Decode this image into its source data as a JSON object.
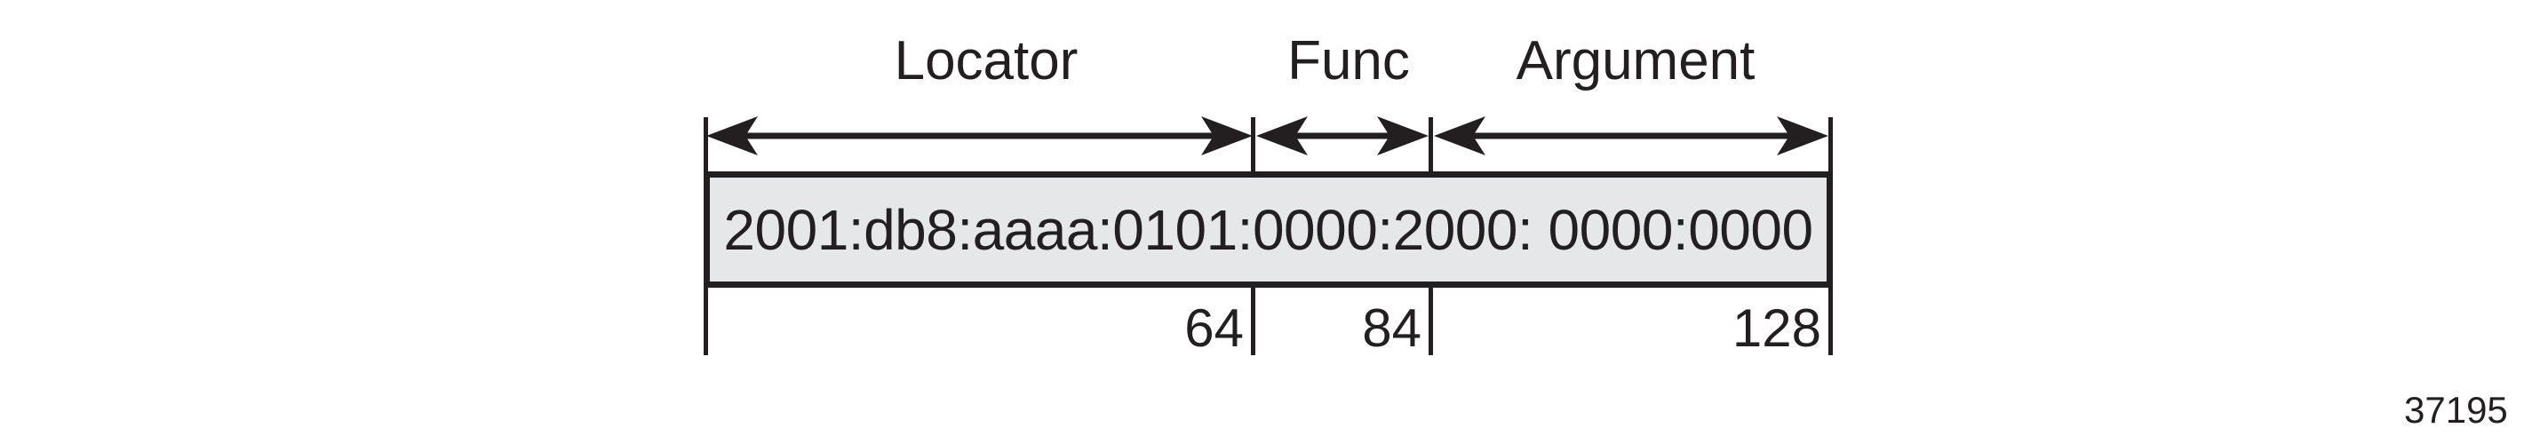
{
  "figure": {
    "id_label": "37195",
    "background_color": "#ffffff",
    "line_color": "#231f20",
    "bar_fill_color": "#e6e7e8"
  },
  "address": {
    "full_text": "2001:db8:aaaa:0101:0000:2000: 0000:0000",
    "locator_part": "2001:db8:aaaa:0101:",
    "function_part": "0000:2",
    "argument_part": "000: 0000:0000"
  },
  "segments": [
    {
      "key": "locator",
      "label": "Locator",
      "bit_end_label": "64"
    },
    {
      "key": "function",
      "label": "Func",
      "bit_end_label": "84"
    },
    {
      "key": "argument",
      "label": "Argument",
      "bit_end_label": "128"
    }
  ]
}
